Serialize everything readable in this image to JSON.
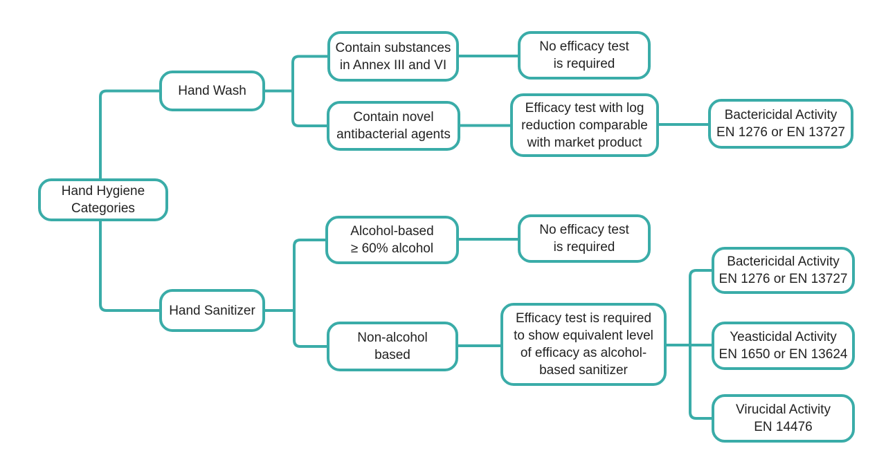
{
  "diagram": {
    "accent_color": "#3aaca8",
    "text_color": "#222222",
    "nodes": {
      "root": {
        "label": "Hand Hygiene\nCategories"
      },
      "hand_wash": {
        "label": "Hand Wash"
      },
      "hand_sanitizer": {
        "label": "Hand Sanitizer"
      },
      "contain_substances": {
        "label": "Contain substances\nin Annex III and VI"
      },
      "no_efficacy_wash": {
        "label": "No efficacy test\nis required"
      },
      "contain_novel": {
        "label": "Contain novel\nantibacterial agents"
      },
      "efficacy_log": {
        "label": "Efficacy test with log\nreduction comparable\nwith market product"
      },
      "bactericidal_wash": {
        "label": "Bactericidal Activity\nEN 1276 or EN 13727"
      },
      "alcohol_based": {
        "label": "Alcohol-based\n≥ 60% alcohol"
      },
      "no_efficacy_sanitizer": {
        "label": "No efficacy test\nis required"
      },
      "non_alcohol": {
        "label": "Non-alcohol\nbased"
      },
      "efficacy_equiv": {
        "label": "Efficacy test is required\nto show equivalent level\nof efficacy as alcohol-\nbased sanitizer"
      },
      "bactericidal_sanitizer": {
        "label": "Bactericidal Activity\nEN 1276 or EN 13727"
      },
      "yeasticidal": {
        "label": "Yeasticidal Activity\nEN 1650 or EN 13624"
      },
      "virucidal": {
        "label": "Virucidal Activity\nEN 14476"
      }
    }
  }
}
